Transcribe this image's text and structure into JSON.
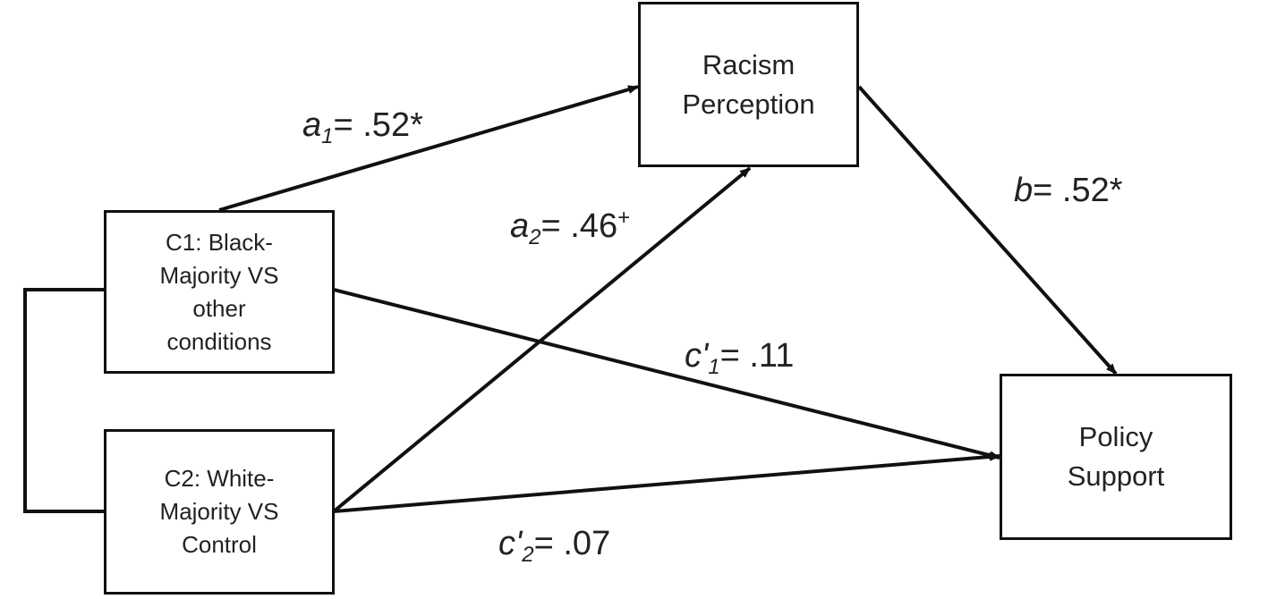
{
  "nodes": {
    "racism": {
      "lines": [
        "Racism",
        "Perception"
      ]
    },
    "policy": {
      "lines": [
        "Policy",
        "Support"
      ]
    },
    "c1": {
      "lines": [
        "C1: Black-",
        "Majority  VS",
        "other",
        "conditions"
      ]
    },
    "c2": {
      "lines": [
        "C2: White-",
        "Majority  VS",
        "Control"
      ]
    }
  },
  "paths": {
    "a1": {
      "symbol": "a",
      "subscript": "1",
      "value": "= .52*"
    },
    "a2": {
      "symbol": "a",
      "subscript": "2",
      "value": "= .46",
      "superscript": "+"
    },
    "b": {
      "symbol": "b",
      "value": "= .52*"
    },
    "c1_prime": {
      "symbol": "c'",
      "subscript": "1",
      "value": "= .11"
    },
    "c2_prime": {
      "symbol": "c'",
      "subscript": "2",
      "value": "= .07"
    }
  }
}
